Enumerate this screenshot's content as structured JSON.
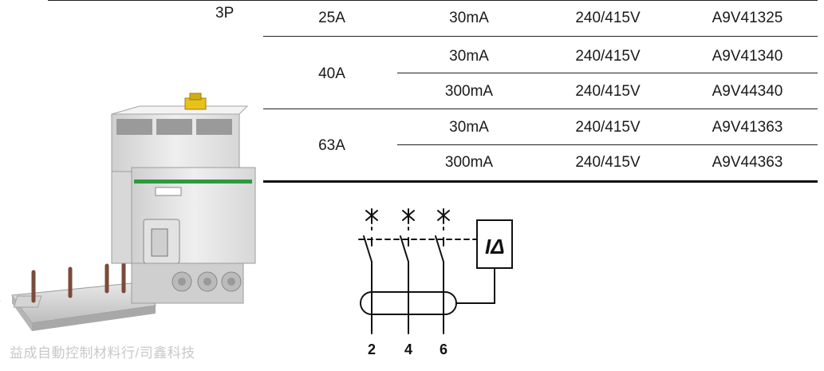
{
  "table": {
    "pole": "3P",
    "rows": [
      {
        "current": "25A",
        "sensitivity": "30mA",
        "voltage": "240/415V",
        "ref": "A9V41325"
      },
      {
        "current": "40A",
        "sensitivity": "30mA",
        "voltage": "240/415V",
        "ref": "A9V41340"
      },
      {
        "current": "",
        "sensitivity": "300mA",
        "voltage": "240/415V",
        "ref": "A9V44340"
      },
      {
        "current": "63A",
        "sensitivity": "30mA",
        "voltage": "240/415V",
        "ref": "A9V41363"
      },
      {
        "current": "",
        "sensitivity": "300mA",
        "voltage": "240/415V",
        "ref": "A9V44363"
      }
    ]
  },
  "diagram": {
    "symbol": "IΔ",
    "terminals": [
      "2",
      "4",
      "6"
    ]
  },
  "watermark": "益成自動控制材料行/司鑫科技",
  "colors": {
    "rule": "#222222",
    "watermark": "#c8c8c8",
    "device_body": "#e6e6e6",
    "accent_green": "#2e9a3e",
    "accent_yellow": "#e8c21a"
  }
}
